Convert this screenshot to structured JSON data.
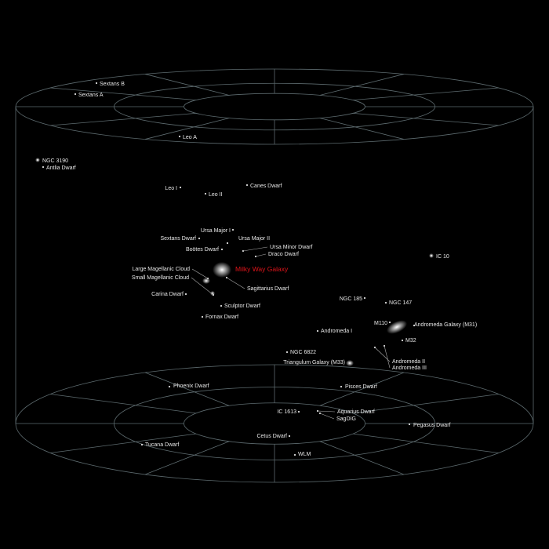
{
  "highlight_color": "#e0141a",
  "grid_color": "#7d8f94",
  "main_galaxy": "Milky Way Galaxy",
  "objects": [
    "Sextans B",
    "Sextans A",
    "Leo A",
    "NGC 3190",
    "Antlia Dwarf",
    "Leo I",
    "Leo II",
    "Canes Dwarf",
    "Ursa Major I",
    "Sextans Dwarf",
    "Ursa Major II",
    "Boötes Dwarf",
    "Ursa Minor Dwarf",
    "Draco Dwarf",
    "Large Magellanic Cloud",
    "Small Magellanic Cloud",
    "Sagittarius Dwarf",
    "Carina Dwarf",
    "Sculptor Dwarf",
    "Fornax Dwarf",
    "IC 10",
    "NGC 185",
    "NGC 147",
    "M110",
    "Andromeda Galaxy (M31)",
    "Andromeda I",
    "M32",
    "NGC 6822",
    "Andromeda II",
    "Andromeda III",
    "Triangulum Galaxy (M33)",
    "Phoenix Dwarf",
    "Pisces Dwarf",
    "IC 1613",
    "Aquarius Dwarf",
    "SagDIG",
    "Pegasus Dwarf",
    "Tucana Dwarf",
    "Cetus Dwarf",
    "WLM"
  ]
}
